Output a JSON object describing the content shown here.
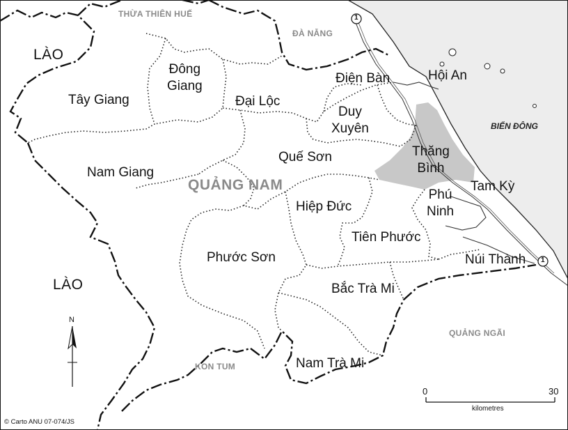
{
  "map": {
    "neighbors": {
      "thua_thien_hue": "THỪA THIÊN HUẾ",
      "da_nang": "ĐÀ NẴNG",
      "kon_tum": "KON TUM",
      "quang_ngai": "QUẢNG NGÃI"
    },
    "countries": {
      "lao_north": "LÀO",
      "lao_south": "LÀO"
    },
    "province": "QUẢNG NAM",
    "sea": "BIỂN ĐÔNG",
    "districts": {
      "tay_giang": "Tây Giang",
      "dong_giang_line1": "Đông",
      "dong_giang_line2": "Giang",
      "dai_loc": "Đại Lộc",
      "dien_ban": "Điện Bàn",
      "hoi_an": "Hội An",
      "duy_xuyen_line1": "Duy",
      "duy_xuyen_line2": "Xuyên",
      "nam_giang": "Nam Giang",
      "que_son": "Quế Sơn",
      "thang_binh_line1": "Thăng",
      "thang_binh_line2": "Bình",
      "tam_ky": "Tam Kỳ",
      "hiep_duc": "Hiệp Đức",
      "phu_ninh_line1": "Phú",
      "phu_ninh_line2": "Ninh",
      "tien_phuoc": "Tiên Phước",
      "phuoc_son": "Phước Sơn",
      "nui_thanh": "Núi Thành",
      "bac_tra_mi": "Bắc Trà Mi",
      "nam_tra_mi": "Nam Trà Mi"
    },
    "highlighted_district": "Thăng Bình",
    "highway_marker": "1",
    "north_arrow": "N",
    "scale": {
      "min": "0",
      "max": "30",
      "unit": "kilometres"
    },
    "credit": "© Carto ANU 07-074/JS",
    "colors": {
      "sea": "#ededed",
      "highlight": "#c8c8c8",
      "label_gray": "#8a8a8a",
      "ink": "#111111"
    }
  }
}
